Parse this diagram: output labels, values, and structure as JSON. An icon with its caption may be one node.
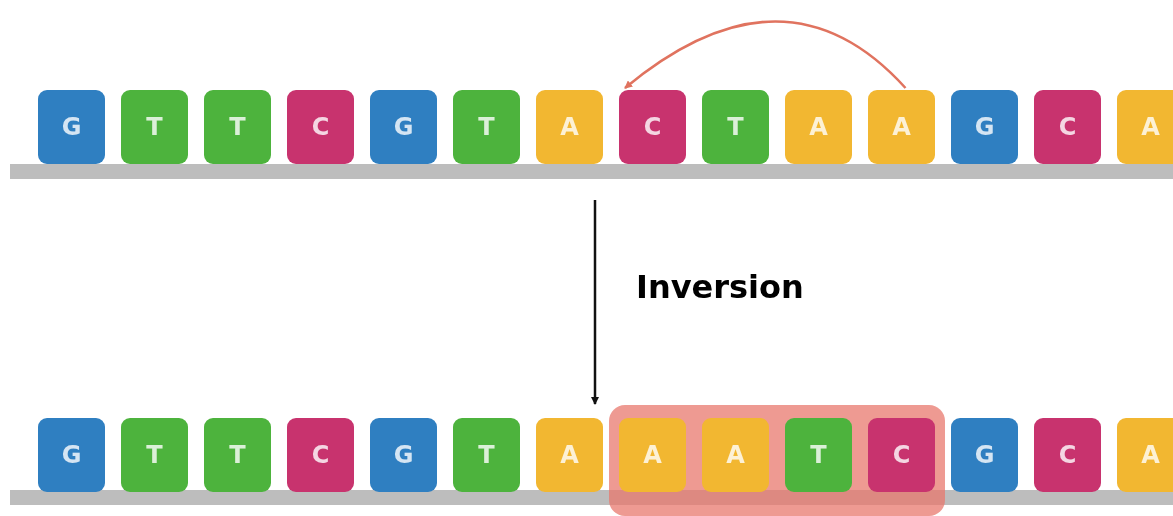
{
  "diagram": {
    "nodes": [
      {
        "text": [
          "G"
        ]
      },
      {
        "text": [
          "T"
        ]
      },
      {
        "text": [
          "T"
        ]
      },
      {
        "text": [
          "C"
        ]
      },
      {
        "text": [
          "G"
        ]
      },
      {
        "text": [
          "T"
        ]
      },
      {
        "text": [
          "A"
        ]
      },
      {
        "text": [
          "C"
        ]
      },
      {
        "text": [
          "T"
        ]
      },
      {
        "text": [
          "A"
        ]
      },
      {
        "text": [
          "A"
        ]
      },
      {
        "text": [
          "G"
        ]
      },
      {
        "text": [
          "C"
        ]
      },
      {
        "text": [
          "A"
        ]
      },
      {
        "text": [],
        "shape": "bar"
      },
      {
        "text": [],
        "shape": "box"
      },
      {
        "text": [
          "G"
        ]
      },
      {
        "text": [
          "T"
        ]
      },
      {
        "text": [
          "T"
        ]
      },
      {
        "text": [
          "C"
        ]
      },
      {
        "text": [
          "G"
        ]
      },
      {
        "text": [
          "T"
        ]
      },
      {
        "text": [
          "A"
        ]
      },
      {
        "text": [
          "A"
        ],
        "in": 15
      },
      {
        "text": [
          "A"
        ],
        "in": 15
      },
      {
        "text": [
          "T"
        ],
        "in": 15
      },
      {
        "text": [
          "C"
        ],
        "in": 15
      },
      {
        "text": [
          "G"
        ]
      },
      {
        "text": [
          "C"
        ]
      },
      {
        "text": [
          "A"
        ]
      },
      {
        "text": [],
        "shape": "bar"
      }
    ],
    "edges": [
      {
        "from": 10,
        "to": 7,
        "arrow": "to",
        "color": "#e0735f"
      },
      {
        "from": null,
        "to": 15,
        "arrow": "to",
        "label": "Inversion",
        "color": "#111111"
      }
    ]
  }
}
